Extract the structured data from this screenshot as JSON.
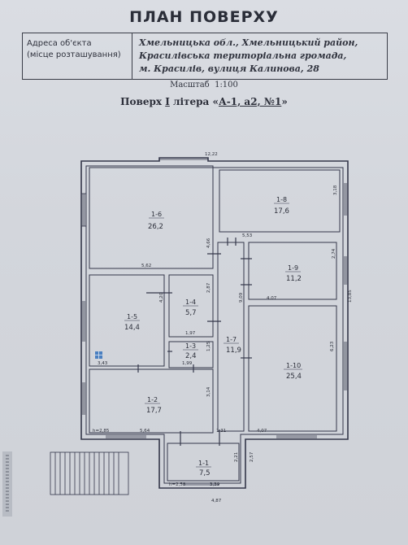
{
  "header": {
    "title": "ПЛАН ПОВЕРХУ"
  },
  "address": {
    "label_line1": "Адреса об'єкта",
    "label_line2": "(місце розташування)",
    "value_line1": "Хмельницька обл., Хмельницький район,",
    "value_line2": "Красилівська територіальна громада,",
    "value_line3": "м. Красилів, вулиця Калинова, 28"
  },
  "scale": {
    "label": "Масштаб",
    "value": "1:100"
  },
  "floor": {
    "prefix": "Поверх",
    "number": "І",
    "middle": "літера «",
    "letters": "А-1, а2, №1",
    "suffix": "»"
  },
  "rooms": [
    {
      "num": "1-6",
      "area": "26,2"
    },
    {
      "num": "1-8",
      "area": "17,6"
    },
    {
      "num": "1-9",
      "area": "11,2"
    },
    {
      "num": "1-4",
      "area": "5,7"
    },
    {
      "num": "1-5",
      "area": "14,4"
    },
    {
      "num": "1-3",
      "area": "2,4"
    },
    {
      "num": "1-7",
      "area": "11,9"
    },
    {
      "num": "1-10",
      "area": "25,4"
    },
    {
      "num": "1-2",
      "area": "17,7"
    },
    {
      "num": "1-1",
      "area": "7,5"
    }
  ],
  "dimensions": {
    "top": "12,22",
    "d1": "3,18",
    "d2": "5,53",
    "d3": "4,66",
    "d4": "5,62",
    "d5": "2,74",
    "d6": "13,85",
    "d7": "4,20",
    "d8": "2,87",
    "d9": "9,09",
    "d10": "4,07",
    "d11": "1,97",
    "d12": "1,25",
    "d13": "1,99",
    "d14": "3,43",
    "d15": "6,23",
    "d16": "3,14",
    "d17": "h=2,85",
    "d18": "5,64",
    "d19": "1,31",
    "d20": "4,07",
    "d21": "2,21",
    "d22": "2,57",
    "d23": "h=2,58",
    "d24": "3,39",
    "d25": "4,87"
  }
}
